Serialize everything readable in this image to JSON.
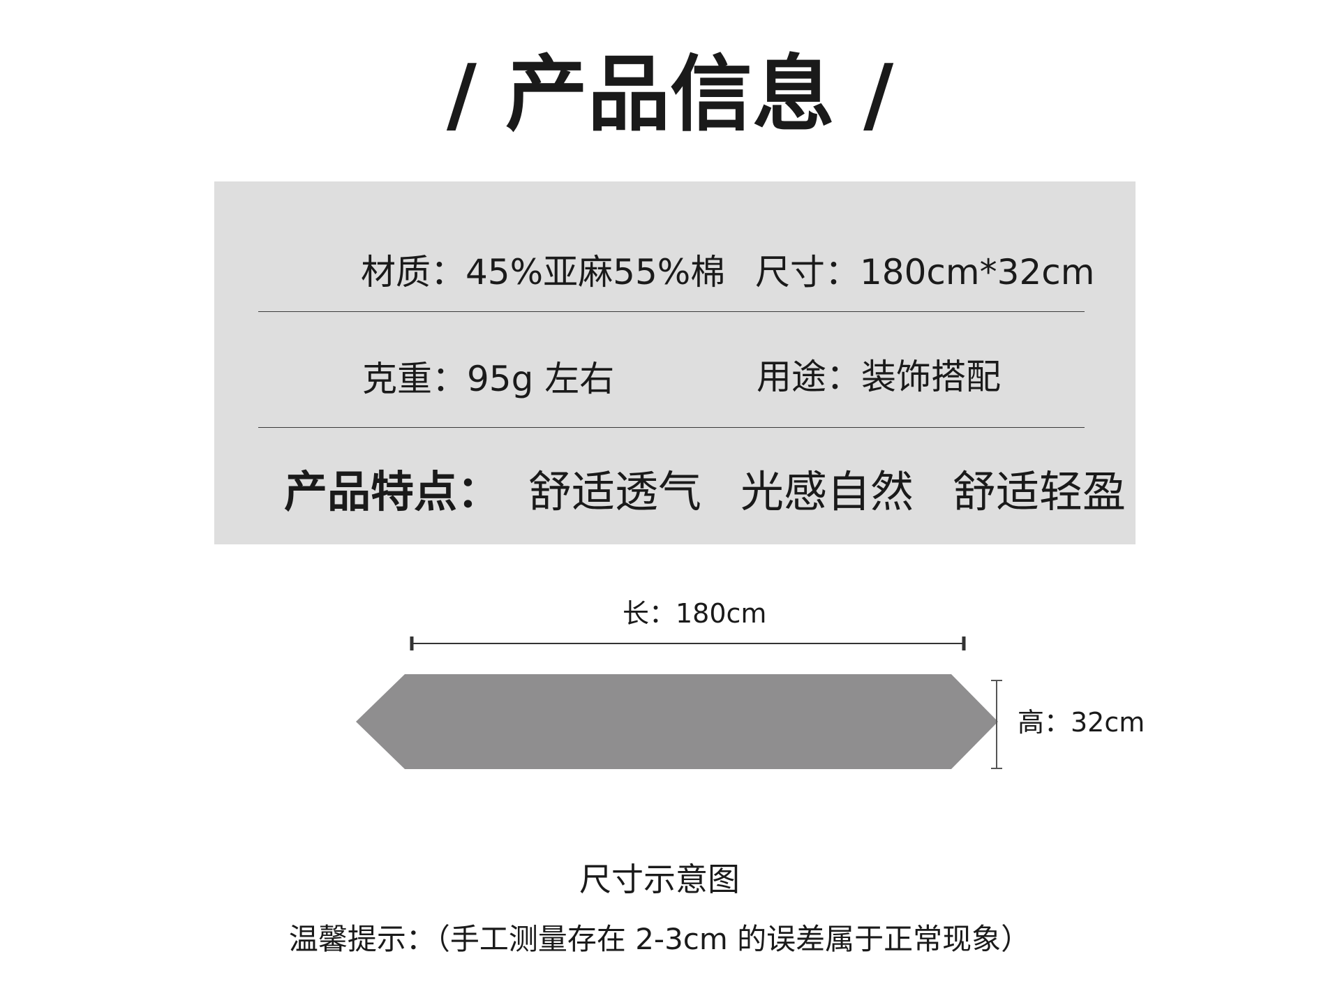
{
  "header": {
    "title": "/ 产品信息 /"
  },
  "specs": {
    "material": "材质：45%亚麻55%棉",
    "size": "尺寸：180cm*32cm",
    "weight": "克重：95g 左右",
    "usage": "用途：装饰搭配"
  },
  "features": {
    "label": "产品特点：",
    "items": [
      "舒适透气",
      "光感自然",
      "舒适轻盈"
    ]
  },
  "diagram": {
    "length_label": "长：180cm",
    "height_label": "高：32cm",
    "shape_color": "#8f8e8f",
    "caption": "尺寸示意图"
  },
  "notice": "温馨提示：（手工测量存在 2-3cm 的误差属于正常现象）"
}
